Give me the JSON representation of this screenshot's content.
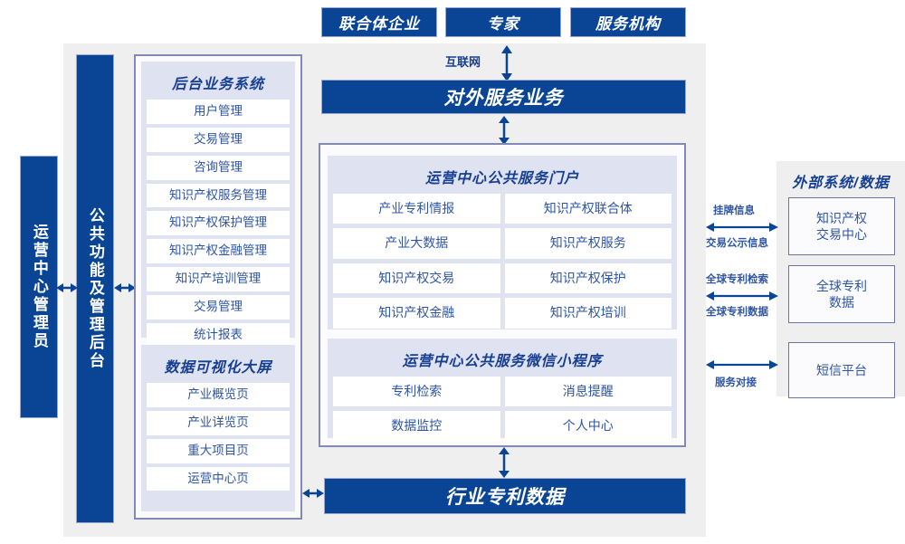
{
  "colors": {
    "primary_blue": "#0a4595",
    "label_blue": "#2e55a5",
    "title_blue": "#163f92",
    "panel_lavender": "#dfe2f0",
    "backdrop_gray": "#efefef",
    "panel_border": "#8289b4"
  },
  "top_actors": [
    {
      "label": "联合体企业"
    },
    {
      "label": "专家"
    },
    {
      "label": "服务机构"
    }
  ],
  "connectors": {
    "internet_label": "互联网"
  },
  "external_service_bar": {
    "label": "对外服务业务"
  },
  "bottom_bar": {
    "label": "行业专利数据"
  },
  "left_columns": [
    {
      "label": "运营中心管理员",
      "name": "operations-center-admin"
    },
    {
      "label": "公共功能及管理后台",
      "name": "public-function-admin-backend"
    }
  ],
  "backend_panel": {
    "title": "后台业务系统",
    "items": [
      "用户管理",
      "交易管理",
      "咨询管理",
      "知识产权服务管理",
      "知识产权保护管理",
      "知识产权金融管理",
      "知识产培训管理",
      "交易管理",
      "统计报表"
    ]
  },
  "dataviz_panel": {
    "title": "数据可视化大屏",
    "items": [
      "产业概览页",
      "产业详览页",
      "重大项目页",
      "运营中心页"
    ]
  },
  "portal_panel": {
    "title": "运营中心公共服务门户",
    "items": [
      "产业专利情报",
      "知识产权联合体",
      "产业大数据",
      "知识产权服务",
      "知识产权交易",
      "知识产权保护",
      "知识产权金融",
      "知识产权培训"
    ]
  },
  "miniprogram_panel": {
    "title": "运营中心公共服务微信小程序",
    "items": [
      "专利检索",
      "消息提醒",
      "数据监控",
      "个人中心"
    ]
  },
  "external_panel": {
    "title": "外部系统/数据",
    "boxes": [
      {
        "label": "知识产权\n交易中心",
        "line1": "知识产权",
        "line2": "交易中心"
      },
      {
        "label": "全球专利\n数据",
        "line1": "全球专利",
        "line2": "数据"
      },
      {
        "label": "短信平台",
        "line1": "短信平台",
        "line2": ""
      }
    ],
    "arrow_labels": [
      {
        "top": "挂牌信息",
        "bottom": "交易公示信息"
      },
      {
        "top": "全球专利检索",
        "bottom": "全球专利数据"
      },
      {
        "top": "",
        "bottom": "服务对接"
      }
    ]
  }
}
